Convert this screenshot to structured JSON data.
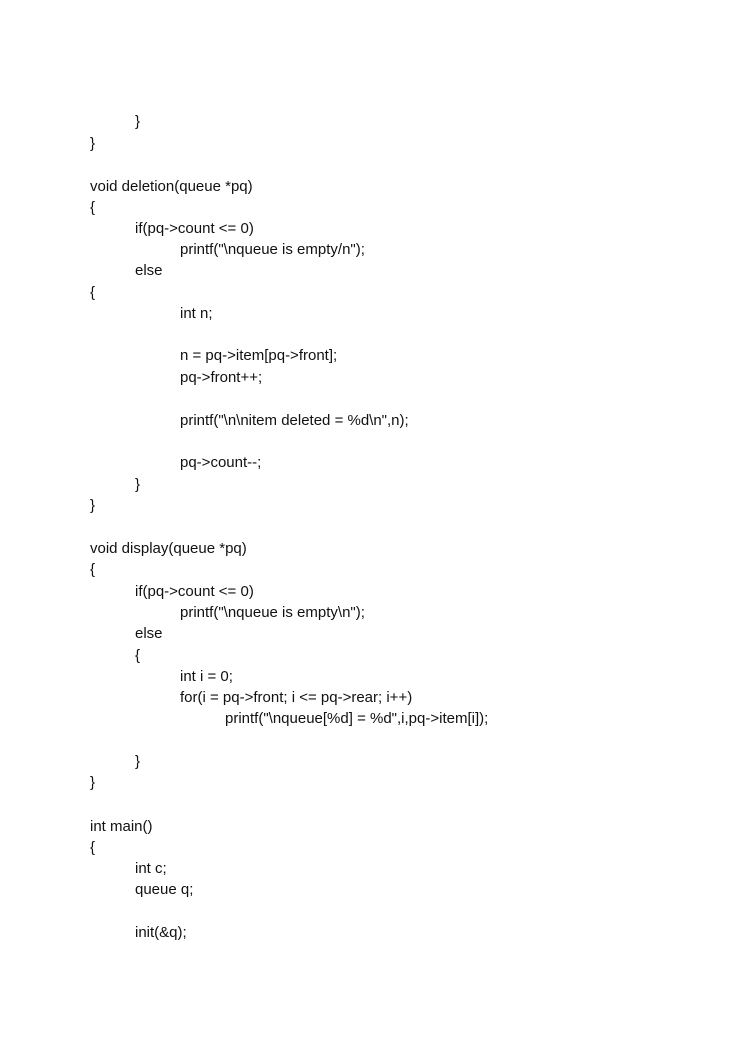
{
  "code_lines": [
    "}",
    "}",
    "void deletion(queue *pq)",
    "{",
    "if(pq->count <= 0)",
    "printf(\"\\nqueue is empty/n\");",
    "else",
    "{",
    "int n;",
    "n = pq->item[pq->front];",
    "pq->front++;",
    "printf(\"\\n\\nitem deleted = %d\\n\",n);",
    "pq->count--;",
    "}",
    "}",
    "void display(queue *pq)",
    "{",
    "if(pq->count <= 0)",
    "printf(\"\\nqueue is empty\\n\");",
    "else",
    "{",
    "int i = 0;",
    "for(i = pq->front; i <= pq->rear; i++)",
    "printf(\"\\nqueue[%d] = %d\",i,pq->item[i]);",
    "}",
    "}",
    "int main()",
    "{",
    "int c;",
    "queue q;",
    "init(&q);"
  ]
}
